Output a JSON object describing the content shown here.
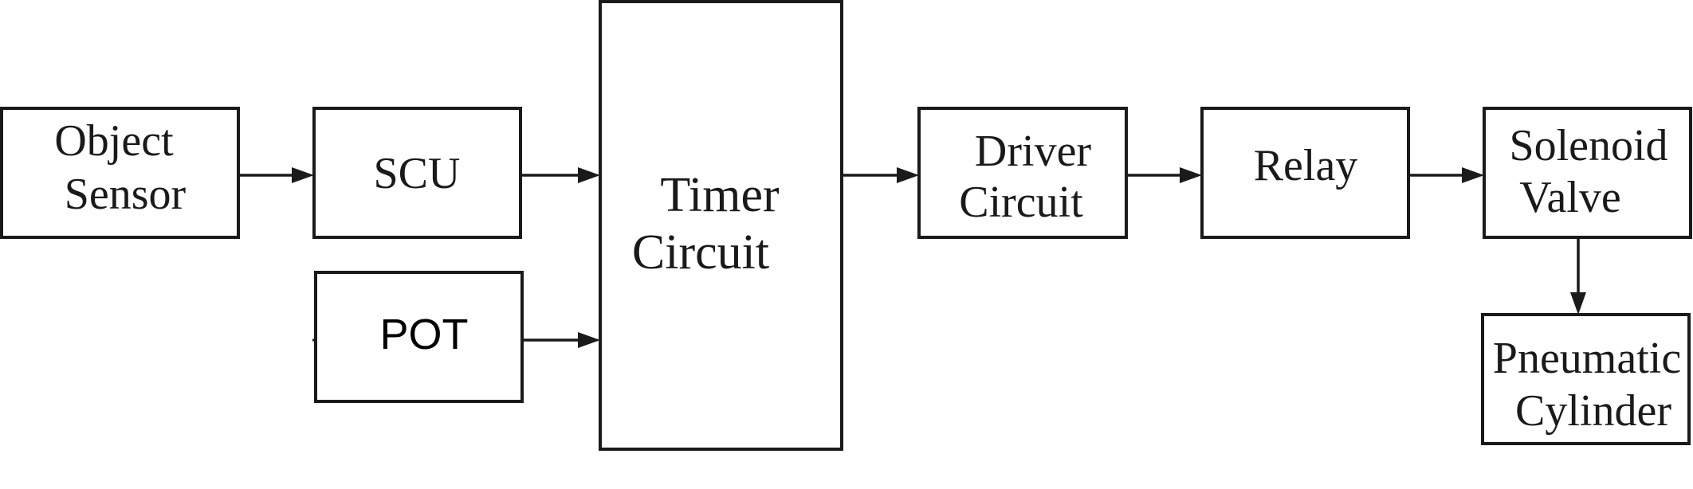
{
  "blocks": {
    "object_sensor": {
      "line1": "Object",
      "line2": "Sensor"
    },
    "scu": {
      "label": "SCU"
    },
    "pot": {
      "label": "POT"
    },
    "timer_circuit": {
      "line1": "Timer",
      "line2": "Circuit"
    },
    "driver_circuit": {
      "line1": "Driver",
      "line2": "Circuit"
    },
    "relay": {
      "label": "Relay"
    },
    "solenoid_valve": {
      "line1": "Solenoid",
      "line2": "Valve"
    },
    "pneumatic_cylinder": {
      "line1": "Pneumatic",
      "line2": "Cylinder"
    }
  },
  "colors": {
    "stroke": "#1a1a1a",
    "background": "#ffffff"
  }
}
